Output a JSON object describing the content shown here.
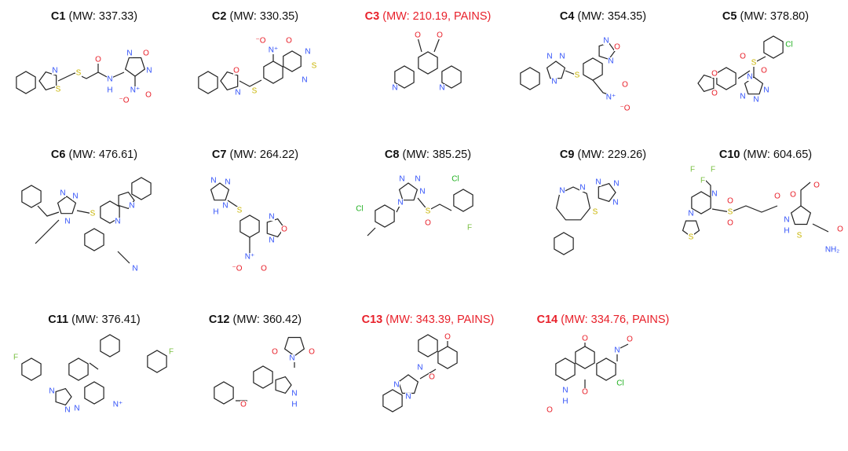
{
  "colors": {
    "bond": "#222222",
    "N": "#3050f8",
    "O": "#e8202a",
    "S": "#c8b400",
    "Cl": "#1fb01f",
    "F": "#7ac043",
    "pains": "#e8202a"
  },
  "compounds": [
    {
      "id": "C1",
      "info": "(MW: 337.33)",
      "pains": false,
      "atoms": [
        "N",
        "S",
        "S",
        "O",
        "H",
        "N",
        "N",
        "O",
        "N",
        "N⁺",
        "O",
        "⁻O"
      ]
    },
    {
      "id": "C2",
      "info": "(MW: 330.35)",
      "pains": false,
      "atoms": [
        "O",
        "N",
        "S",
        "N⁺",
        "O",
        "⁻O",
        "N",
        "S",
        "N"
      ]
    },
    {
      "id": "C3",
      "info": "(MW: 210.19, PAINS)",
      "pains": true,
      "atoms": [
        "O",
        "O",
        "N",
        "N"
      ]
    },
    {
      "id": "C4",
      "info": "(MW: 354.35)",
      "pains": false,
      "atoms": [
        "N",
        "N",
        "N",
        "S",
        "N",
        "O",
        "N",
        "N⁺",
        "O",
        "⁻O"
      ]
    },
    {
      "id": "C5",
      "info": "(MW: 378.80)",
      "pains": false,
      "atoms": [
        "O",
        "O",
        "N",
        "N",
        "N",
        "N",
        "S",
        "O",
        "O",
        "Cl"
      ]
    },
    {
      "id": "C6",
      "info": "(MW: 476.61)",
      "pains": false,
      "atoms": [
        "N",
        "N",
        "N",
        "S",
        "N",
        "N",
        "N"
      ]
    },
    {
      "id": "C7",
      "info": "(MW: 264.22)",
      "pains": false,
      "atoms": [
        "N",
        "N",
        "N",
        "H",
        "S",
        "N",
        "O",
        "N",
        "N⁺",
        "O",
        "⁻O"
      ]
    },
    {
      "id": "C8",
      "info": "(MW: 385.25)",
      "pains": false,
      "atoms": [
        "N",
        "N",
        "N",
        "N",
        "Cl",
        "S",
        "O",
        "Cl",
        "F"
      ]
    },
    {
      "id": "C9",
      "info": "(MW: 229.26)",
      "pains": false,
      "atoms": [
        "N",
        "N",
        "N",
        "N",
        "N",
        "S"
      ]
    },
    {
      "id": "C10",
      "info": "(MW: 604.65)",
      "pains": false,
      "atoms": [
        "F",
        "F",
        "F",
        "N",
        "N",
        "S",
        "S",
        "O",
        "O",
        "O",
        "O",
        "O",
        "N",
        "H",
        "S",
        "O",
        "NH₂"
      ]
    },
    {
      "id": "C11",
      "info": "(MW: 376.41)",
      "pains": false,
      "atoms": [
        "F",
        "F",
        "N",
        "N⁺",
        "N",
        "N"
      ]
    },
    {
      "id": "C12",
      "info": "(MW: 360.42)",
      "pains": false,
      "atoms": [
        "O",
        "N",
        "O",
        "O",
        "N",
        "H"
      ]
    },
    {
      "id": "C13",
      "info": "(MW: 343.39, PAINS)",
      "pains": true,
      "atoms": [
        "O",
        "N",
        "N",
        "O",
        "N"
      ]
    },
    {
      "id": "C14",
      "info": "(MW: 334.76, PAINS)",
      "pains": true,
      "atoms": [
        "O",
        "O",
        "N",
        "O",
        "Cl",
        "N",
        "H",
        "O"
      ]
    }
  ]
}
